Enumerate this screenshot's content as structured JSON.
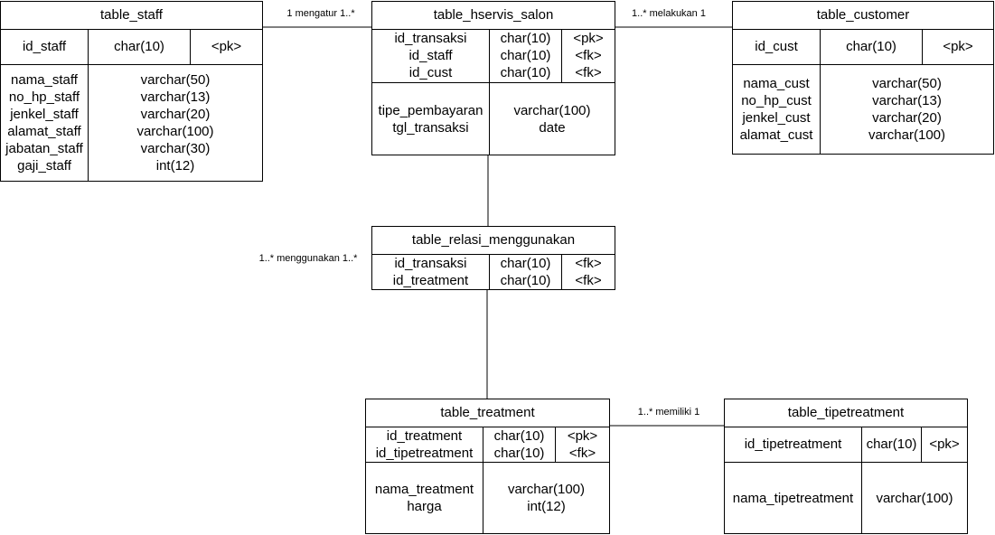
{
  "entities": {
    "staff": {
      "title": "table_staff",
      "pk_rows": [
        {
          "name": "id_staff",
          "type": "char(10)",
          "key": "<pk>"
        }
      ],
      "attr_rows": [
        {
          "name": "nama_staff",
          "type": "varchar(50)"
        },
        {
          "name": "no_hp_staff",
          "type": "varchar(13)"
        },
        {
          "name": "jenkel_staff",
          "type": "varchar(20)"
        },
        {
          "name": "alamat_staff",
          "type": "varchar(100)"
        },
        {
          "name": "jabatan_staff",
          "type": "varchar(30)"
        },
        {
          "name": "gaji_staff",
          "type": "int(12)"
        }
      ]
    },
    "hservis": {
      "title": "table_hservis_salon",
      "pk_rows": [
        {
          "name": "id_transaksi",
          "type": "char(10)",
          "key": "<pk>"
        },
        {
          "name": "id_staff",
          "type": "char(10)",
          "key": "<fk>"
        },
        {
          "name": "id_cust",
          "type": "char(10)",
          "key": "<fk>"
        }
      ],
      "attr_rows": [
        {
          "name": "tipe_pembayaran",
          "type": "varchar(100)"
        },
        {
          "name": "tgl_transaksi",
          "type": "date"
        }
      ]
    },
    "customer": {
      "title": "table_customer",
      "pk_rows": [
        {
          "name": "id_cust",
          "type": "char(10)",
          "key": "<pk>"
        }
      ],
      "attr_rows": [
        {
          "name": "nama_cust",
          "type": "varchar(50)"
        },
        {
          "name": "no_hp_cust",
          "type": "varchar(13)"
        },
        {
          "name": "jenkel_cust",
          "type": "varchar(20)"
        },
        {
          "name": "alamat_cust",
          "type": "varchar(100)"
        }
      ]
    },
    "relasi": {
      "title": "table_relasi_menggunakan",
      "pk_rows": [
        {
          "name": "id_transaksi",
          "type": "char(10)",
          "key": "<fk>"
        },
        {
          "name": "id_treatment",
          "type": "char(10)",
          "key": "<fk>"
        }
      ],
      "attr_rows": []
    },
    "treatment": {
      "title": "table_treatment",
      "pk_rows": [
        {
          "name": "id_treatment",
          "type": "char(10)",
          "key": "<pk>"
        },
        {
          "name": "id_tipetreatment",
          "type": "char(10)",
          "key": "<fk>"
        }
      ],
      "attr_rows": [
        {
          "name": "nama_treatment",
          "type": "varchar(100)"
        },
        {
          "name": "harga",
          "type": "int(12)"
        }
      ]
    },
    "tipetreatment": {
      "title": "table_tipetreatment",
      "pk_rows": [
        {
          "name": "id_tipetreatment",
          "type": "char(10)",
          "key": "<pk>"
        }
      ],
      "attr_rows": [
        {
          "name": "nama_tipetreatment",
          "type": "varchar(100)"
        }
      ]
    }
  },
  "relations": {
    "mengatur": "1 mengatur 1..*",
    "melakukan": "1..* melakukan 1",
    "menggunakan": "1..* menggunakan 1..*",
    "memiliki": "1..* memiliki 1"
  }
}
